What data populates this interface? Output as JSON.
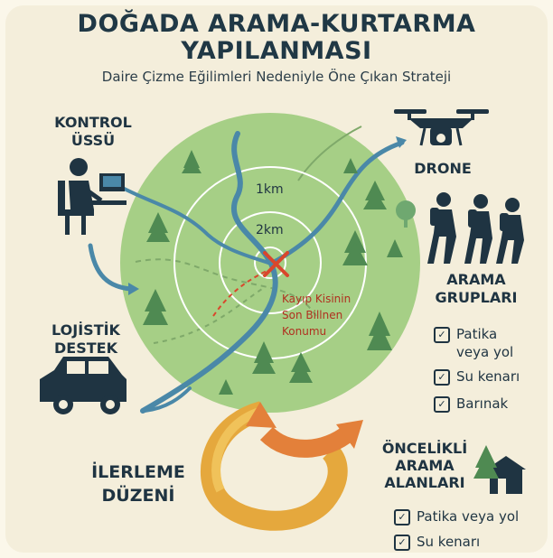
{
  "title_line1": "DOĞADA ARAMA-KURTARMA",
  "title_line2": "YAPILANMASI",
  "subtitle": "Daire Çizme Eğilimleri Nedeniyle Öne  Çıkan Strateji",
  "ring_label_1km": "1km",
  "ring_label_2km": "2km",
  "lkp_label": [
    "Kayıp Kisinin",
    "Son Billnen",
    "Konumu"
  ],
  "control_base": [
    "KONTROL",
    "ÜSSÜ"
  ],
  "logistics": [
    "LOJİSTİK",
    "DESTEK"
  ],
  "drone": "DRONE",
  "search_groups": [
    "ARAMA",
    "GRUPLARI"
  ],
  "search_group_checks": [
    "Patika veya yol",
    "Su kenarı",
    "Barınak"
  ],
  "progression": [
    "İLERLEME",
    "DÜZENİ"
  ],
  "priority_areas": [
    "ÖNCELİKLİ",
    "ARAMA",
    "ALANLARI"
  ],
  "priority_checks": [
    "Patika veya yol",
    "Su kenarı"
  ],
  "colors": {
    "circle": "#a6cf86",
    "forest": "#4f8a52",
    "river": "#4a88a8",
    "orange": "#e3803a",
    "gold": "#e5a83d",
    "cross": "#d9472c"
  }
}
